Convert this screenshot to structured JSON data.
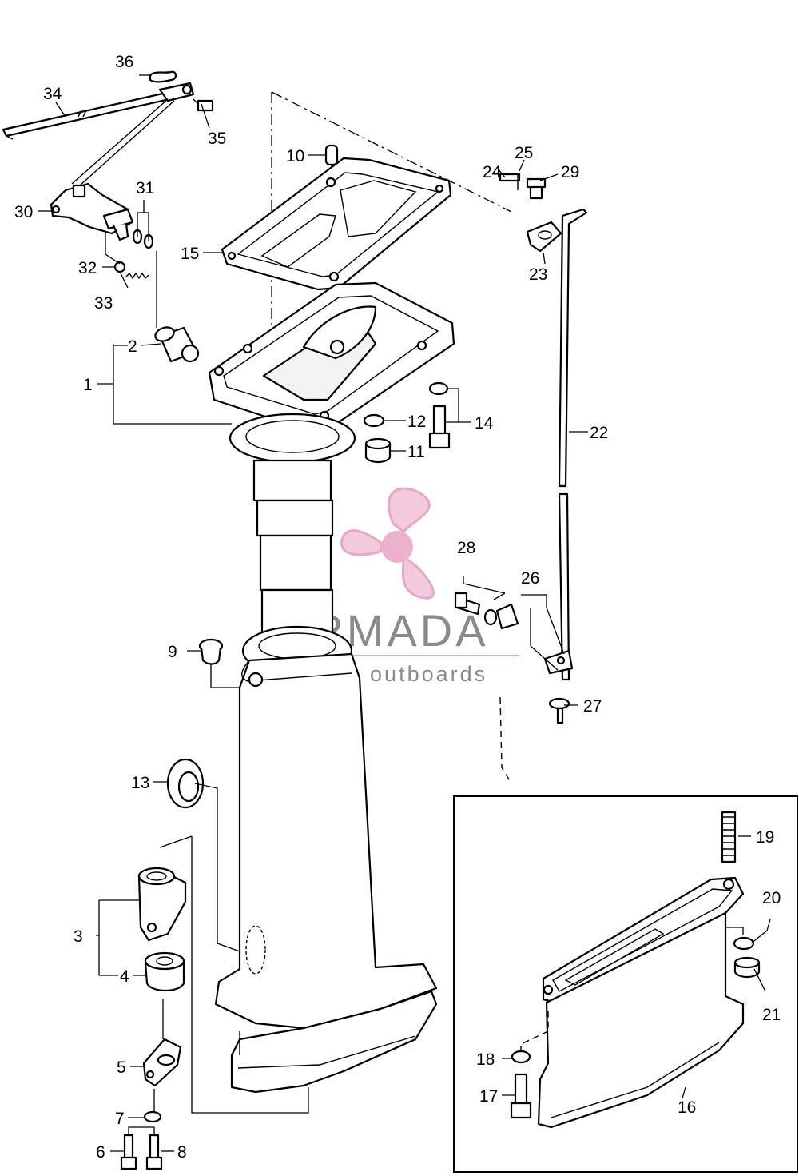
{
  "watermark": {
    "brand": "ARMADA",
    "tagline": "marine outboards",
    "brand_color": "#7d7d7d",
    "logo_color": "#e9a9c8"
  },
  "callouts": {
    "p1": "1",
    "p2": "2",
    "p3": "3",
    "p4": "4",
    "p5": "5",
    "p6": "6",
    "p7": "7",
    "p8": "8",
    "p9": "9",
    "p10": "10",
    "p11": "11",
    "p12": "12",
    "p13": "13",
    "p14": "14",
    "p15": "15",
    "p16": "16",
    "p17": "17",
    "p18": "18",
    "p19": "19",
    "p20": "20",
    "p21": "21",
    "p22": "22",
    "p23": "23",
    "p24": "24",
    "p25": "25",
    "p26": "26",
    "p27": "27",
    "p28": "28",
    "p29": "29",
    "p30": "30",
    "p31": "31",
    "p32": "32",
    "p33": "33",
    "p34": "34",
    "p35": "35",
    "p36": "36"
  }
}
